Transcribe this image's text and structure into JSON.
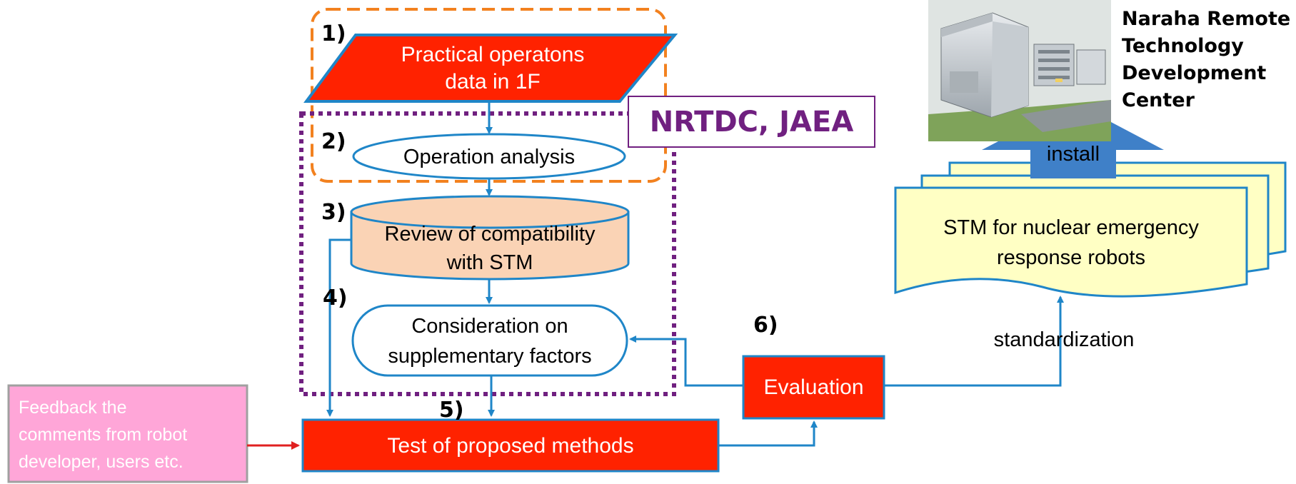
{
  "nodes": {
    "practical_data": "Practical operatons\ndata in 1F",
    "operation_analysis": "Operation analysis",
    "review": "Review of compatibility\nwith STM",
    "consideration": "Consideration on\nsupplementary factors",
    "test": "Test of proposed methods",
    "evaluation": "Evaluation",
    "feedback": "Feedback the\ncomments from robot\ndeveloper, users etc.",
    "stm_doc": "STM for nuclear emergency\nresponse robots"
  },
  "step_numbers": [
    "1)",
    "2)",
    "3)",
    "4)",
    "5)",
    "6)"
  ],
  "labels": {
    "group": "NRTDC, JAEA",
    "install": "install",
    "standardization": "standardization",
    "facility": "Naraha Remote\nTechnology\nDevelopment\nCenter"
  },
  "colors": {
    "red": "#ff2200",
    "blue": "#1f86c8",
    "orange": "#f2811f",
    "purple": "#702080",
    "peach": "#fad3b5",
    "yellow": "#ffffc4",
    "pink": "#ffa6d8"
  }
}
